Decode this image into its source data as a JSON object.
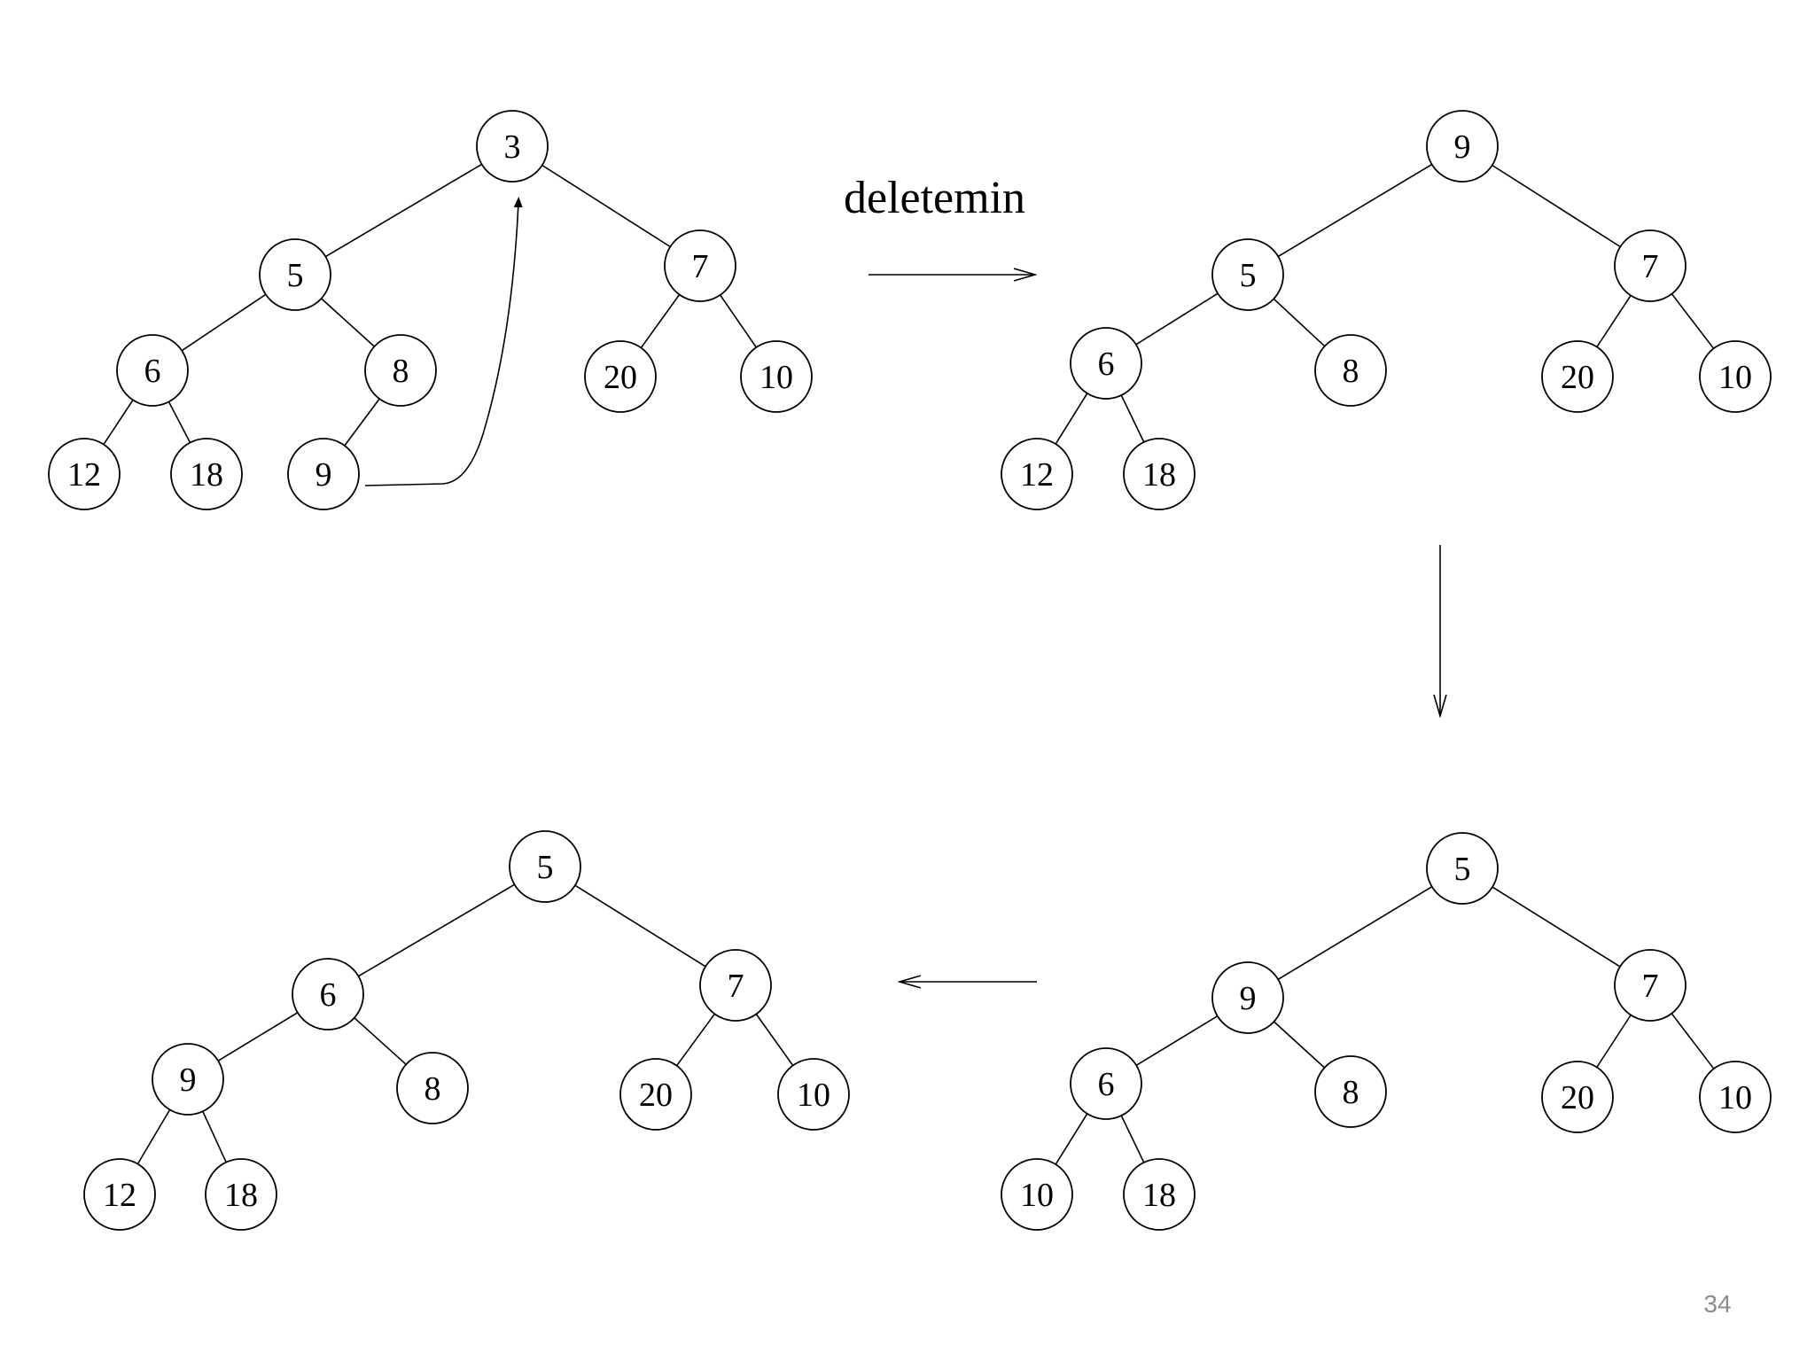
{
  "operation_label": "deletemin",
  "page_number": "34",
  "heaps": [
    {
      "id": "before",
      "nodes": [
        "3",
        "5",
        "7",
        "6",
        "8",
        "20",
        "10",
        "12",
        "18",
        "9"
      ]
    },
    {
      "id": "after-move",
      "nodes": [
        "9",
        "5",
        "7",
        "6",
        "8",
        "20",
        "10",
        "12",
        "18"
      ]
    },
    {
      "id": "after-swap-1",
      "nodes": [
        "5",
        "9",
        "7",
        "6",
        "8",
        "20",
        "10",
        "10",
        "18"
      ]
    },
    {
      "id": "final",
      "nodes": [
        "5",
        "6",
        "7",
        "9",
        "8",
        "20",
        "10",
        "12",
        "18"
      ]
    }
  ]
}
